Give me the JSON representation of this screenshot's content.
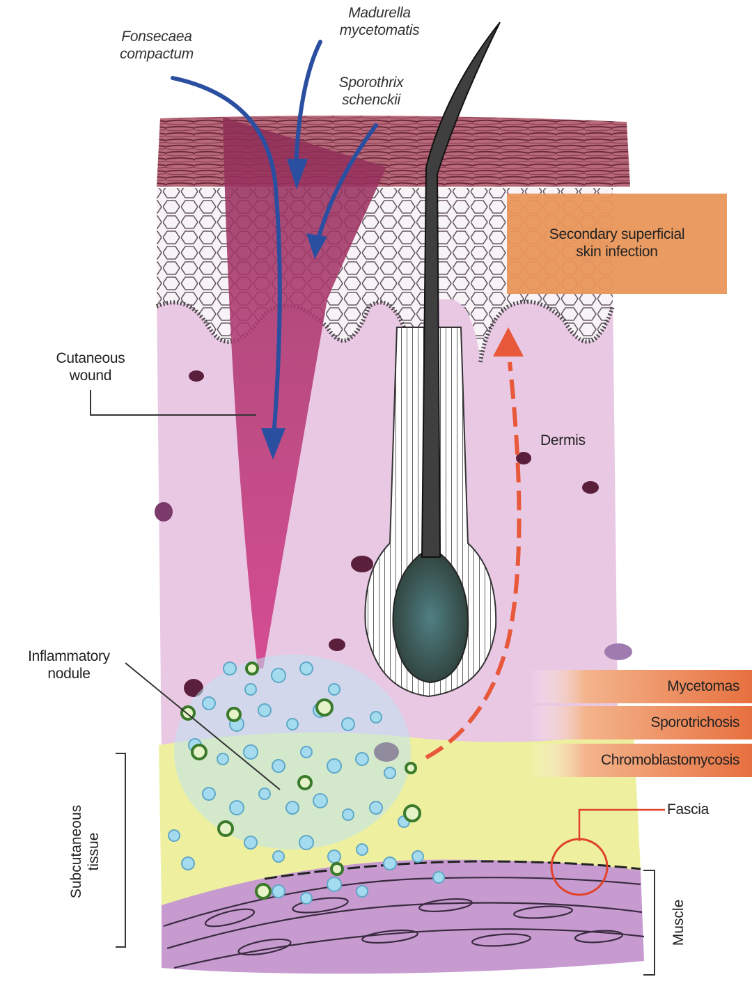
{
  "organisms": {
    "fonsecaea": [
      "Fonsecaea",
      "compactum"
    ],
    "madurella": [
      "Madurella",
      "mycetomatis"
    ],
    "sporothrix": [
      "Sporothrix",
      "schenckii"
    ]
  },
  "labels": {
    "secondary_infection": [
      "Secondary superficial",
      "skin infection"
    ],
    "cutaneous_wound": [
      "Cutaneous",
      "wound"
    ],
    "dermis": "Dermis",
    "inflammatory_nodule": [
      "Inflammatory",
      "nodule"
    ],
    "fascia": "Fascia",
    "subcutaneous_tissue": [
      "Subcutaneous",
      "tissue"
    ],
    "muscle": "Muscle"
  },
  "diseases": [
    "Mycetomas",
    "Sporotrichosis",
    "Chromoblastomycosis"
  ],
  "colors": {
    "infection_arrow": "#2a4fa0",
    "spread_arrow": "#e8583a",
    "wound": "#c8367e",
    "dermis": "#e9c8e4",
    "subcutaneous": "#eef0a0",
    "muscle": "#b98ac2",
    "label_box": "#e9965a"
  }
}
